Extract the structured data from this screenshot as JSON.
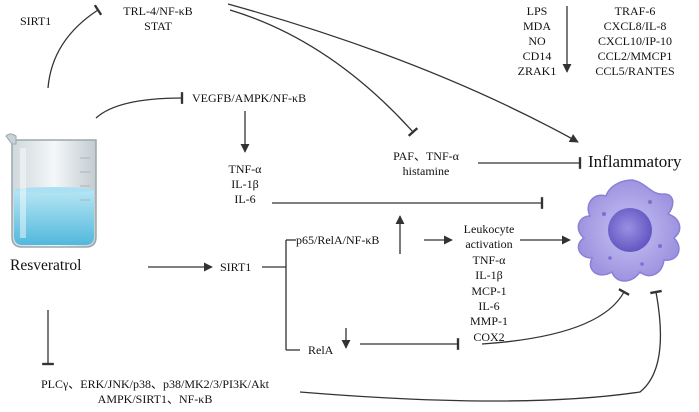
{
  "nodes": {
    "sirt1_top": "SIRT1",
    "trl4": [
      "TRL-4/NF-κB",
      "STAT"
    ],
    "vegfb": "VEGFB/AMPK/NF-κB",
    "tnf_block": [
      "TNF-α",
      "IL-1β",
      "IL-6"
    ],
    "paf": [
      "PAF、TNF-α",
      "histamine"
    ],
    "inflammatory": "Inflammatory",
    "resveratrol": "Resveratrol",
    "sirt1_mid": "SIRT1",
    "p65": "p65/RelA/NF-κB",
    "rela": "RelA",
    "leukocyte": [
      "Leukocyte",
      "activation",
      "TNF-α",
      "IL-1β",
      "MCP-1",
      "IL-6",
      "MMP-1",
      "COX2"
    ],
    "down_left": [
      "LPS",
      "MDA",
      "NO",
      "CD14",
      "ZRAK1"
    ],
    "down_right": [
      "TRAF-6",
      "CXCL8/IL-8",
      "CXCL10/IP-10",
      "CCL2/MMCP1",
      "CCL5/RANTES"
    ],
    "bottom": [
      "PLCγ、ERK/JNK/p38、p38/MK2/3/PI3K/Akt",
      "AMPK/SIRT1、NF-κB"
    ]
  },
  "icons": {
    "beaker": "beaker-icon",
    "cell": "macrophage-cell-icon"
  },
  "colors": {
    "line": "#333333",
    "liquid": "#7fd0ea",
    "cell": "#a9a2e6",
    "cell_nucleus": "#7a6fd2"
  }
}
